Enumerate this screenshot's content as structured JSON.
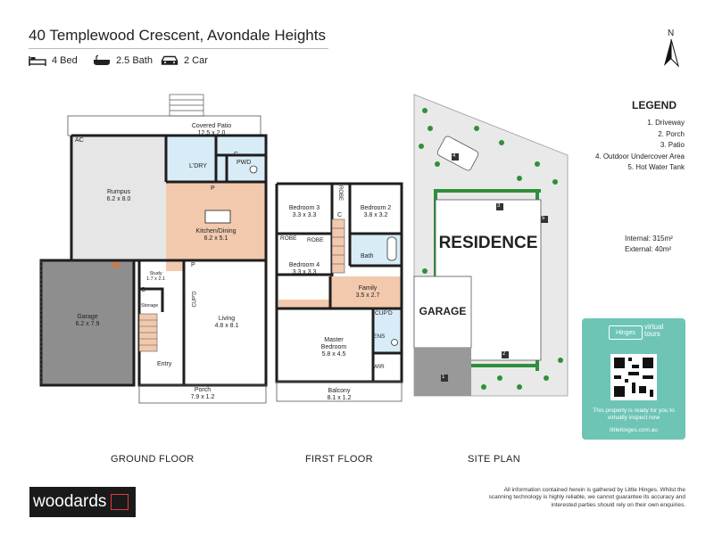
{
  "header": {
    "address": "40 Templewood Crescent, Avondale Heights",
    "beds": "4 Bed",
    "baths": "2.5 Bath",
    "cars": "2 Car"
  },
  "ground_floor": {
    "title": "GROUND FLOOR",
    "ac": "AC",
    "covered_patio": {
      "name": "Covered Patio",
      "dims": "12.5 x 2.0"
    },
    "laundry": "L'DRY",
    "pwd": "PWD",
    "rumpus": {
      "name": "Rumpus",
      "dims": "6.2 x 8.0"
    },
    "kitchen": {
      "name": "Kitchen/Dining",
      "dims": "6.2 x 5.1"
    },
    "garage": {
      "name": "Garage",
      "dims": "6.2 x 7.9"
    },
    "study": {
      "name": "Study",
      "dims": "1.7 x 2.1"
    },
    "storage": "Storage",
    "living": {
      "name": "Living",
      "dims": "4.8 x 8.1"
    },
    "entry": "Entry",
    "cupd": "CUP'D",
    "porch": {
      "name": "Porch",
      "dims": "7.9 x 1.2"
    },
    "c": "C",
    "p": "P"
  },
  "first_floor": {
    "title": "FIRST FLOOR",
    "bedroom3": {
      "name": "Bedroom 3",
      "dims": "3.3 x 3.3"
    },
    "bedroom2": {
      "name": "Bedroom 2",
      "dims": "3.8 x 3.2"
    },
    "bedroom4": {
      "name": "Bedroom 4",
      "dims": "3.3 x 3.3"
    },
    "robe": "ROBE",
    "bath": "Bath",
    "family": {
      "name": "Family",
      "dims": "3.5 x 2.7"
    },
    "cupd": "CUP'D",
    "ens": "ENS",
    "master": {
      "name": "Master",
      "name2": "Bedroom",
      "dims": "5.8 x 4.5"
    },
    "wir": "WIR",
    "balcony": {
      "name": "Balcony",
      "dims": "8.1 x 1.2"
    },
    "c": "C"
  },
  "site_plan": {
    "title": "SITE PLAN",
    "residence": "RESIDENCE",
    "garage": "GARAGE",
    "markers": [
      "1",
      "2",
      "3",
      "4",
      "5"
    ]
  },
  "compass": {
    "label": "N"
  },
  "legend": {
    "title": "LEGEND",
    "items": [
      "1. Driveway",
      "2. Porch",
      "3. Patio",
      "4. Outdoor Undercover Area",
      "5. Hot Water Tank"
    ]
  },
  "areas": {
    "internal_label": "Internal",
    "internal_value": ": 315m²",
    "external_label": "External",
    "external_value": ":  40m²"
  },
  "virtual_tour": {
    "brand": "Hinges",
    "title_line1": "virtual",
    "title_line2": "tours",
    "message": "This property is ready for you to virtually inspect now",
    "url": "littlehinges.com.au"
  },
  "footer": {
    "logo_text": "woodards",
    "disclaimer": "All information contained herein is gathered by Little Hinges. Whilst the scanning technology is highly reliable, we cannot guarantee its accuracy and interested parties should rely on their own enquiries."
  },
  "colors": {
    "wall": "#1e1e1e",
    "kitchen_fill": "#f2c9ad",
    "laundry_fill": "#d8ecf7",
    "rumpus_fill": "#e6e6e6",
    "garage_fill": "#8e8e8e",
    "family_fill": "#f2c9ad",
    "bath_fill": "#d8ecf7",
    "grass": "#e9e9e9",
    "hedge": "#2f8f3b",
    "brand_teal": "#6ec5b6"
  }
}
